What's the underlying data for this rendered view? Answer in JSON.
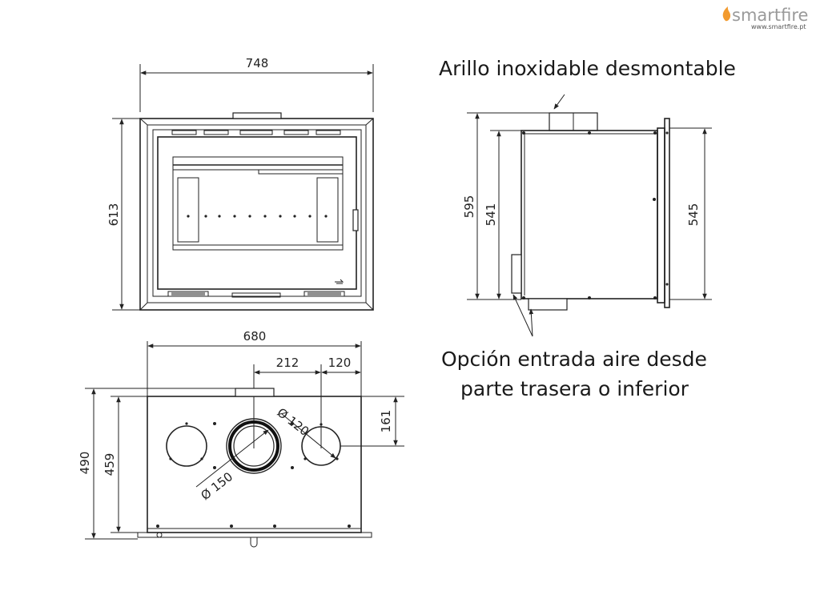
{
  "brand": {
    "name": "smartfire",
    "url": "www.smartfire.pt",
    "flame_color": "#f29a2e",
    "icon": "flame-icon"
  },
  "captions": {
    "top": "Arillo inoxidable desmontable",
    "bottom_line1": "Opción entrada aire desde",
    "bottom_line2": "parte trasera o inferior"
  },
  "front_view": {
    "width": "748",
    "height": "613"
  },
  "side_view": {
    "height_total": "595",
    "height_body": "541",
    "height_frame": "545"
  },
  "top_view": {
    "width": "680",
    "offset_center": "212",
    "offset_right": "120",
    "depth_total": "490",
    "depth_body": "459",
    "depth_offset": "161",
    "dia_main": "Ø 150",
    "dia_air": "Ø 120"
  }
}
